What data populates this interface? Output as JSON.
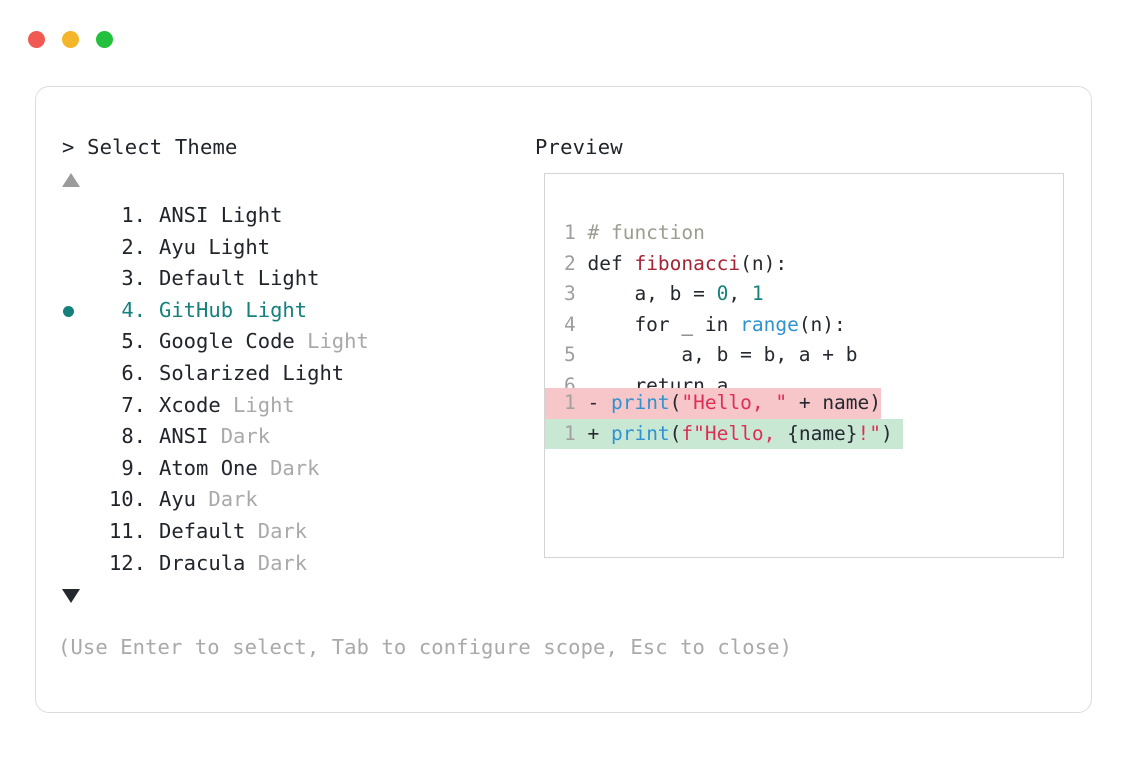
{
  "window": {
    "dots": [
      {
        "name": "close-dot",
        "color": "#f05a52"
      },
      {
        "name": "minimize-dot",
        "color": "#f5b52a"
      },
      {
        "name": "maximize-dot",
        "color": "#22c03c"
      }
    ]
  },
  "selector": {
    "prompt": "> Select Theme",
    "scroll_up_icon": "triangle-up",
    "scroll_down_icon": "triangle-down",
    "selected_index": 4,
    "selection_bullet_color": "#16807d",
    "accent_color": "#16807d",
    "items": [
      {
        "index": "1.",
        "name": "ANSI Light",
        "variant": "",
        "selected": false
      },
      {
        "index": "2.",
        "name": "Ayu Light",
        "variant": "",
        "selected": false
      },
      {
        "index": "3.",
        "name": "Default Light",
        "variant": "",
        "selected": false
      },
      {
        "index": "4.",
        "name": "GitHub Light",
        "variant": "",
        "selected": true
      },
      {
        "index": "5.",
        "name": "Google Code",
        "variant": "Light",
        "selected": false
      },
      {
        "index": "6.",
        "name": "Solarized Light",
        "variant": "",
        "selected": false
      },
      {
        "index": "7.",
        "name": "Xcode",
        "variant": "Light",
        "selected": false
      },
      {
        "index": "8.",
        "name": "ANSI",
        "variant": "Dark",
        "selected": false
      },
      {
        "index": "9.",
        "name": "Atom One",
        "variant": "Dark",
        "selected": false
      },
      {
        "index": "10.",
        "name": "Ayu",
        "variant": "Dark",
        "selected": false
      },
      {
        "index": "11.",
        "name": "Default",
        "variant": "Dark",
        "selected": false
      },
      {
        "index": "12.",
        "name": "Dracula",
        "variant": "Dark",
        "selected": false
      }
    ]
  },
  "preview": {
    "label": "Preview",
    "code_lines": [
      {
        "no": "1",
        "segments": [
          {
            "t": "# function",
            "c": "cmt"
          }
        ]
      },
      {
        "no": "2",
        "segments": [
          {
            "t": "def ",
            "c": ""
          },
          {
            "t": "fibonacci",
            "c": "fn"
          },
          {
            "t": "(n):",
            "c": ""
          }
        ]
      },
      {
        "no": "3",
        "segments": [
          {
            "t": "    a, b = ",
            "c": ""
          },
          {
            "t": "0",
            "c": "num"
          },
          {
            "t": ", ",
            "c": ""
          },
          {
            "t": "1",
            "c": "num"
          }
        ]
      },
      {
        "no": "4",
        "segments": [
          {
            "t": "    for _ in ",
            "c": ""
          },
          {
            "t": "range",
            "c": "bif"
          },
          {
            "t": "(n):",
            "c": ""
          }
        ]
      },
      {
        "no": "5",
        "segments": [
          {
            "t": "        a, b = b, a + b",
            "c": ""
          }
        ]
      },
      {
        "no": "6",
        "segments": [
          {
            "t": "    return a",
            "c": ""
          }
        ]
      }
    ],
    "diff_lines": [
      {
        "no": "1",
        "sign": "-",
        "kind": "del",
        "bg": "#f7c6c9",
        "segments": [
          {
            "t": "print",
            "c": "bif"
          },
          {
            "t": "(",
            "c": "pun"
          },
          {
            "t": "\"Hello, \"",
            "c": "str"
          },
          {
            "t": " + name)",
            "c": "pun"
          }
        ]
      },
      {
        "no": "1",
        "sign": "+",
        "kind": "add",
        "bg": "#c9e8d4",
        "segments": [
          {
            "t": "print",
            "c": "bif"
          },
          {
            "t": "(",
            "c": "pun"
          },
          {
            "t": "f\"Hello, ",
            "c": "str"
          },
          {
            "t": "{name}",
            "c": "pun"
          },
          {
            "t": "!\"",
            "c": "str"
          },
          {
            "t": ")",
            "c": "pun"
          }
        ]
      }
    ]
  },
  "footer": {
    "hint": "(Use Enter to select, Tab to configure scope, Esc to close)"
  }
}
